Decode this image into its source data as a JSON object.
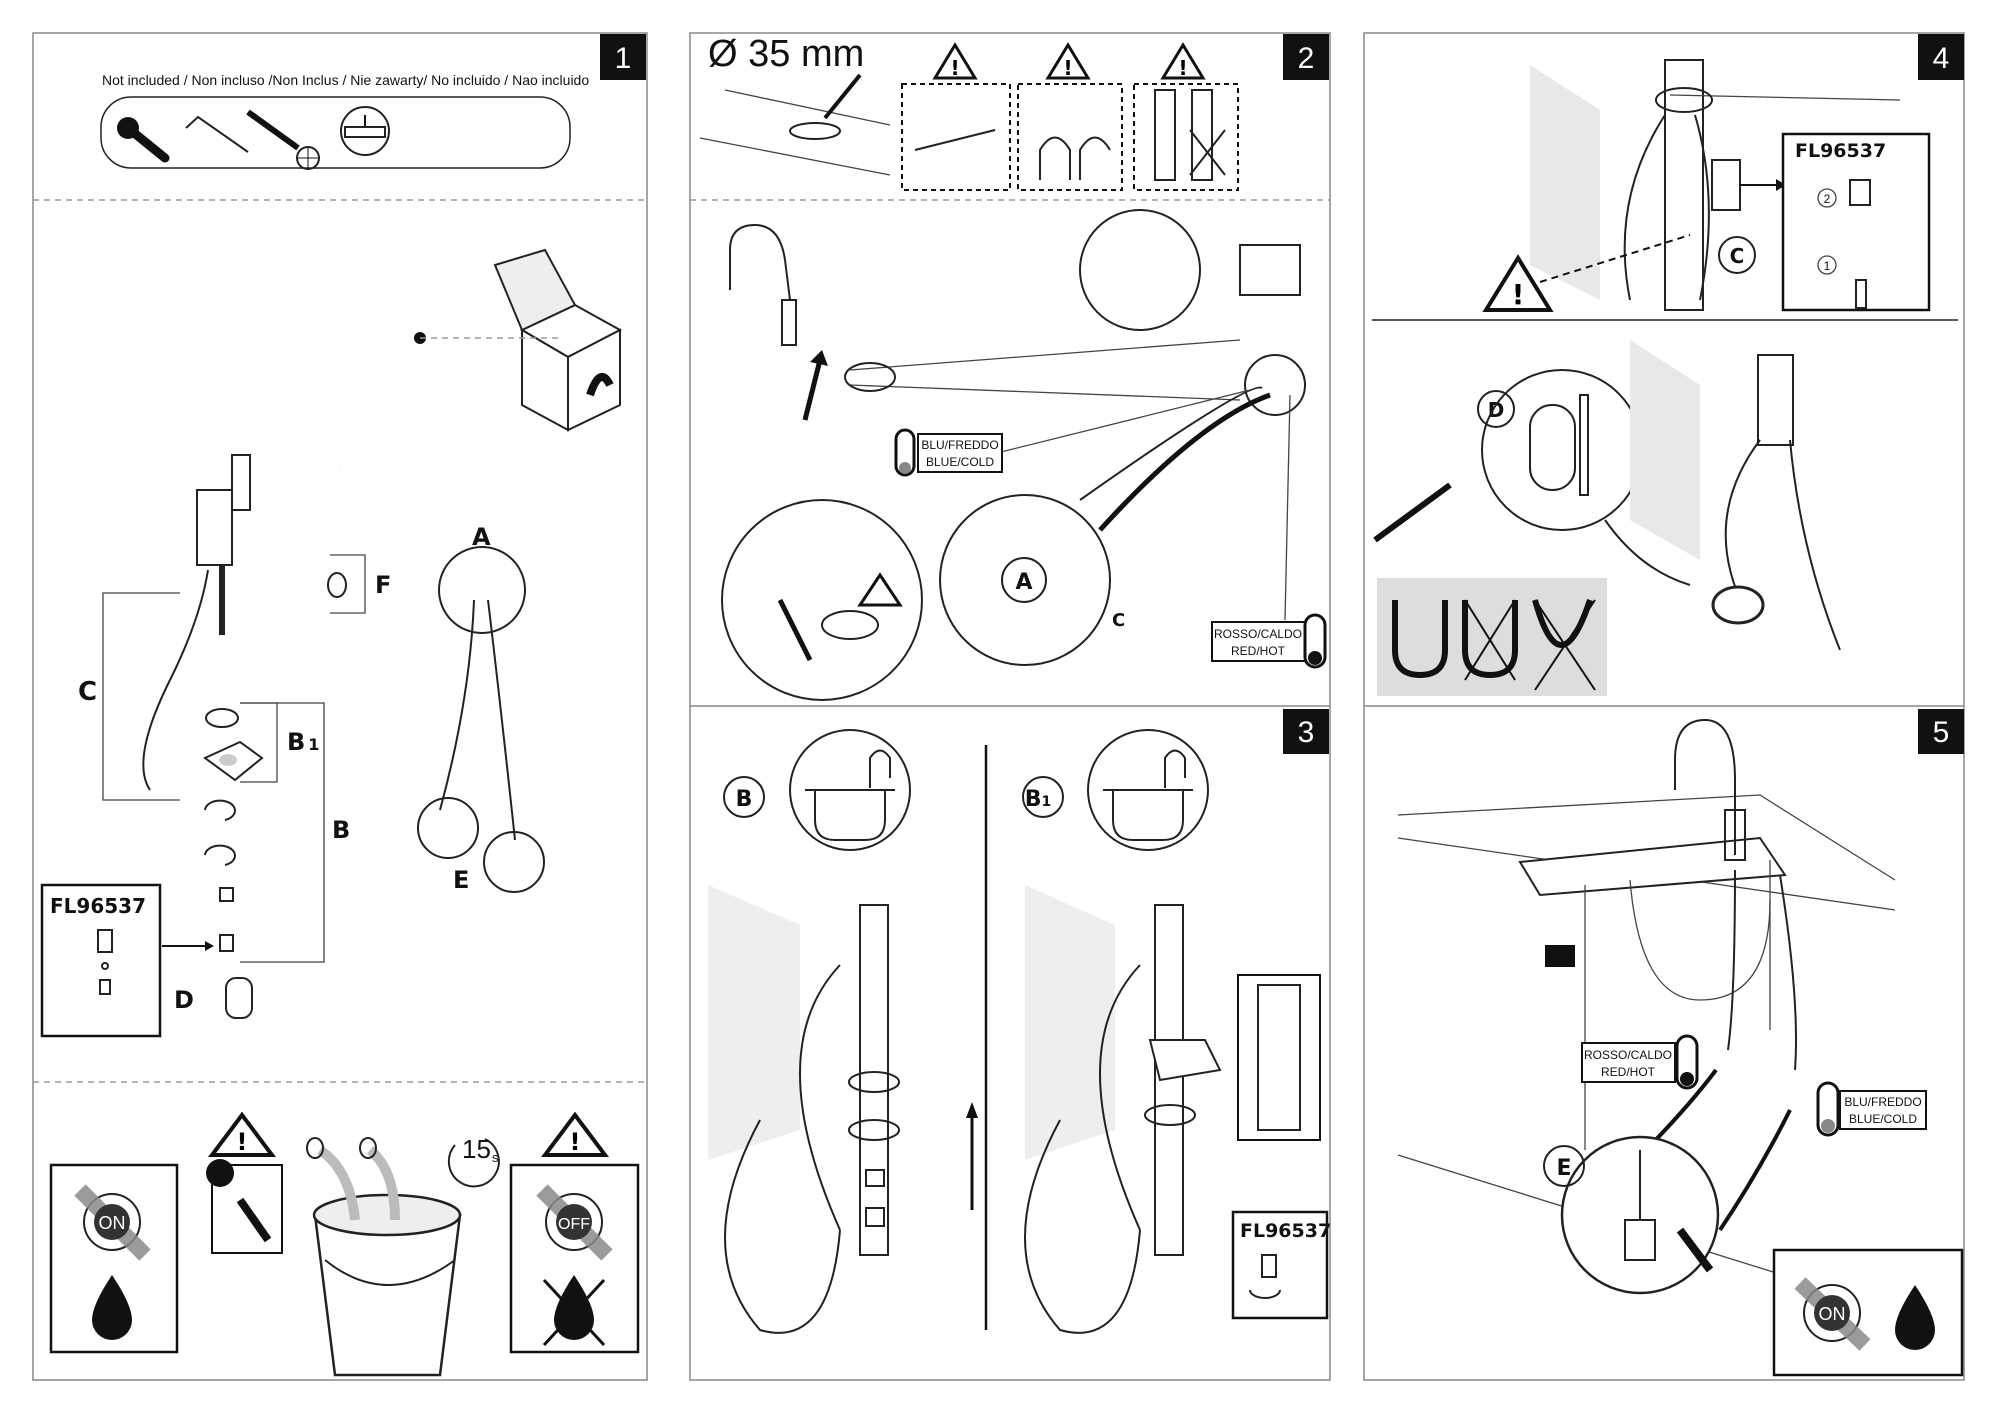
{
  "steps": [
    "1",
    "2",
    "3",
    "4",
    "5"
  ],
  "step1": {
    "not_included": "Not included / Non incluso /Non Inclus / Nie zawarty/ No incluido / Nao incluido",
    "tool_icons": [
      "wrench-icon",
      "hex-key-icon",
      "phillips-screwdriver-icon",
      "hole-drill-icon"
    ],
    "labels": {
      "A": "A",
      "B": "B",
      "B1": "B",
      "B1_sub": "1",
      "C": "C",
      "D": "D",
      "E": "E",
      "F": "F"
    },
    "part_code": "FL96537",
    "on_label": "ON",
    "off_label": "OFF",
    "timer": "15",
    "timer_unit": "s"
  },
  "step2": {
    "hole_diameter": "Ø 35 mm",
    "cold_label_it": "BLU/FREDDO",
    "cold_label_en": "BLUE/COLD",
    "hot_label_it": "ROSSO/CALDO",
    "hot_label_en": "RED/HOT",
    "callout_a": "A",
    "callout_c": "C"
  },
  "step3": {
    "callout_b": "B",
    "callout_b1": "B",
    "callout_b1_sub": "1",
    "part_code": "FL96537"
  },
  "step4": {
    "part_code": "FL96537",
    "callout_c": "C",
    "callout_d": "D",
    "order": [
      "1",
      "2"
    ]
  },
  "step5": {
    "hot_label_it": "ROSSO/CALDO",
    "hot_label_en": "RED/HOT",
    "cold_label_it": "BLU/FREDDO",
    "cold_label_en": "BLUE/COLD",
    "callout_e": "E",
    "on_label": "ON"
  },
  "colors": {
    "ink": "#111111",
    "grey": "#999999",
    "band": "#8a8a8a"
  }
}
